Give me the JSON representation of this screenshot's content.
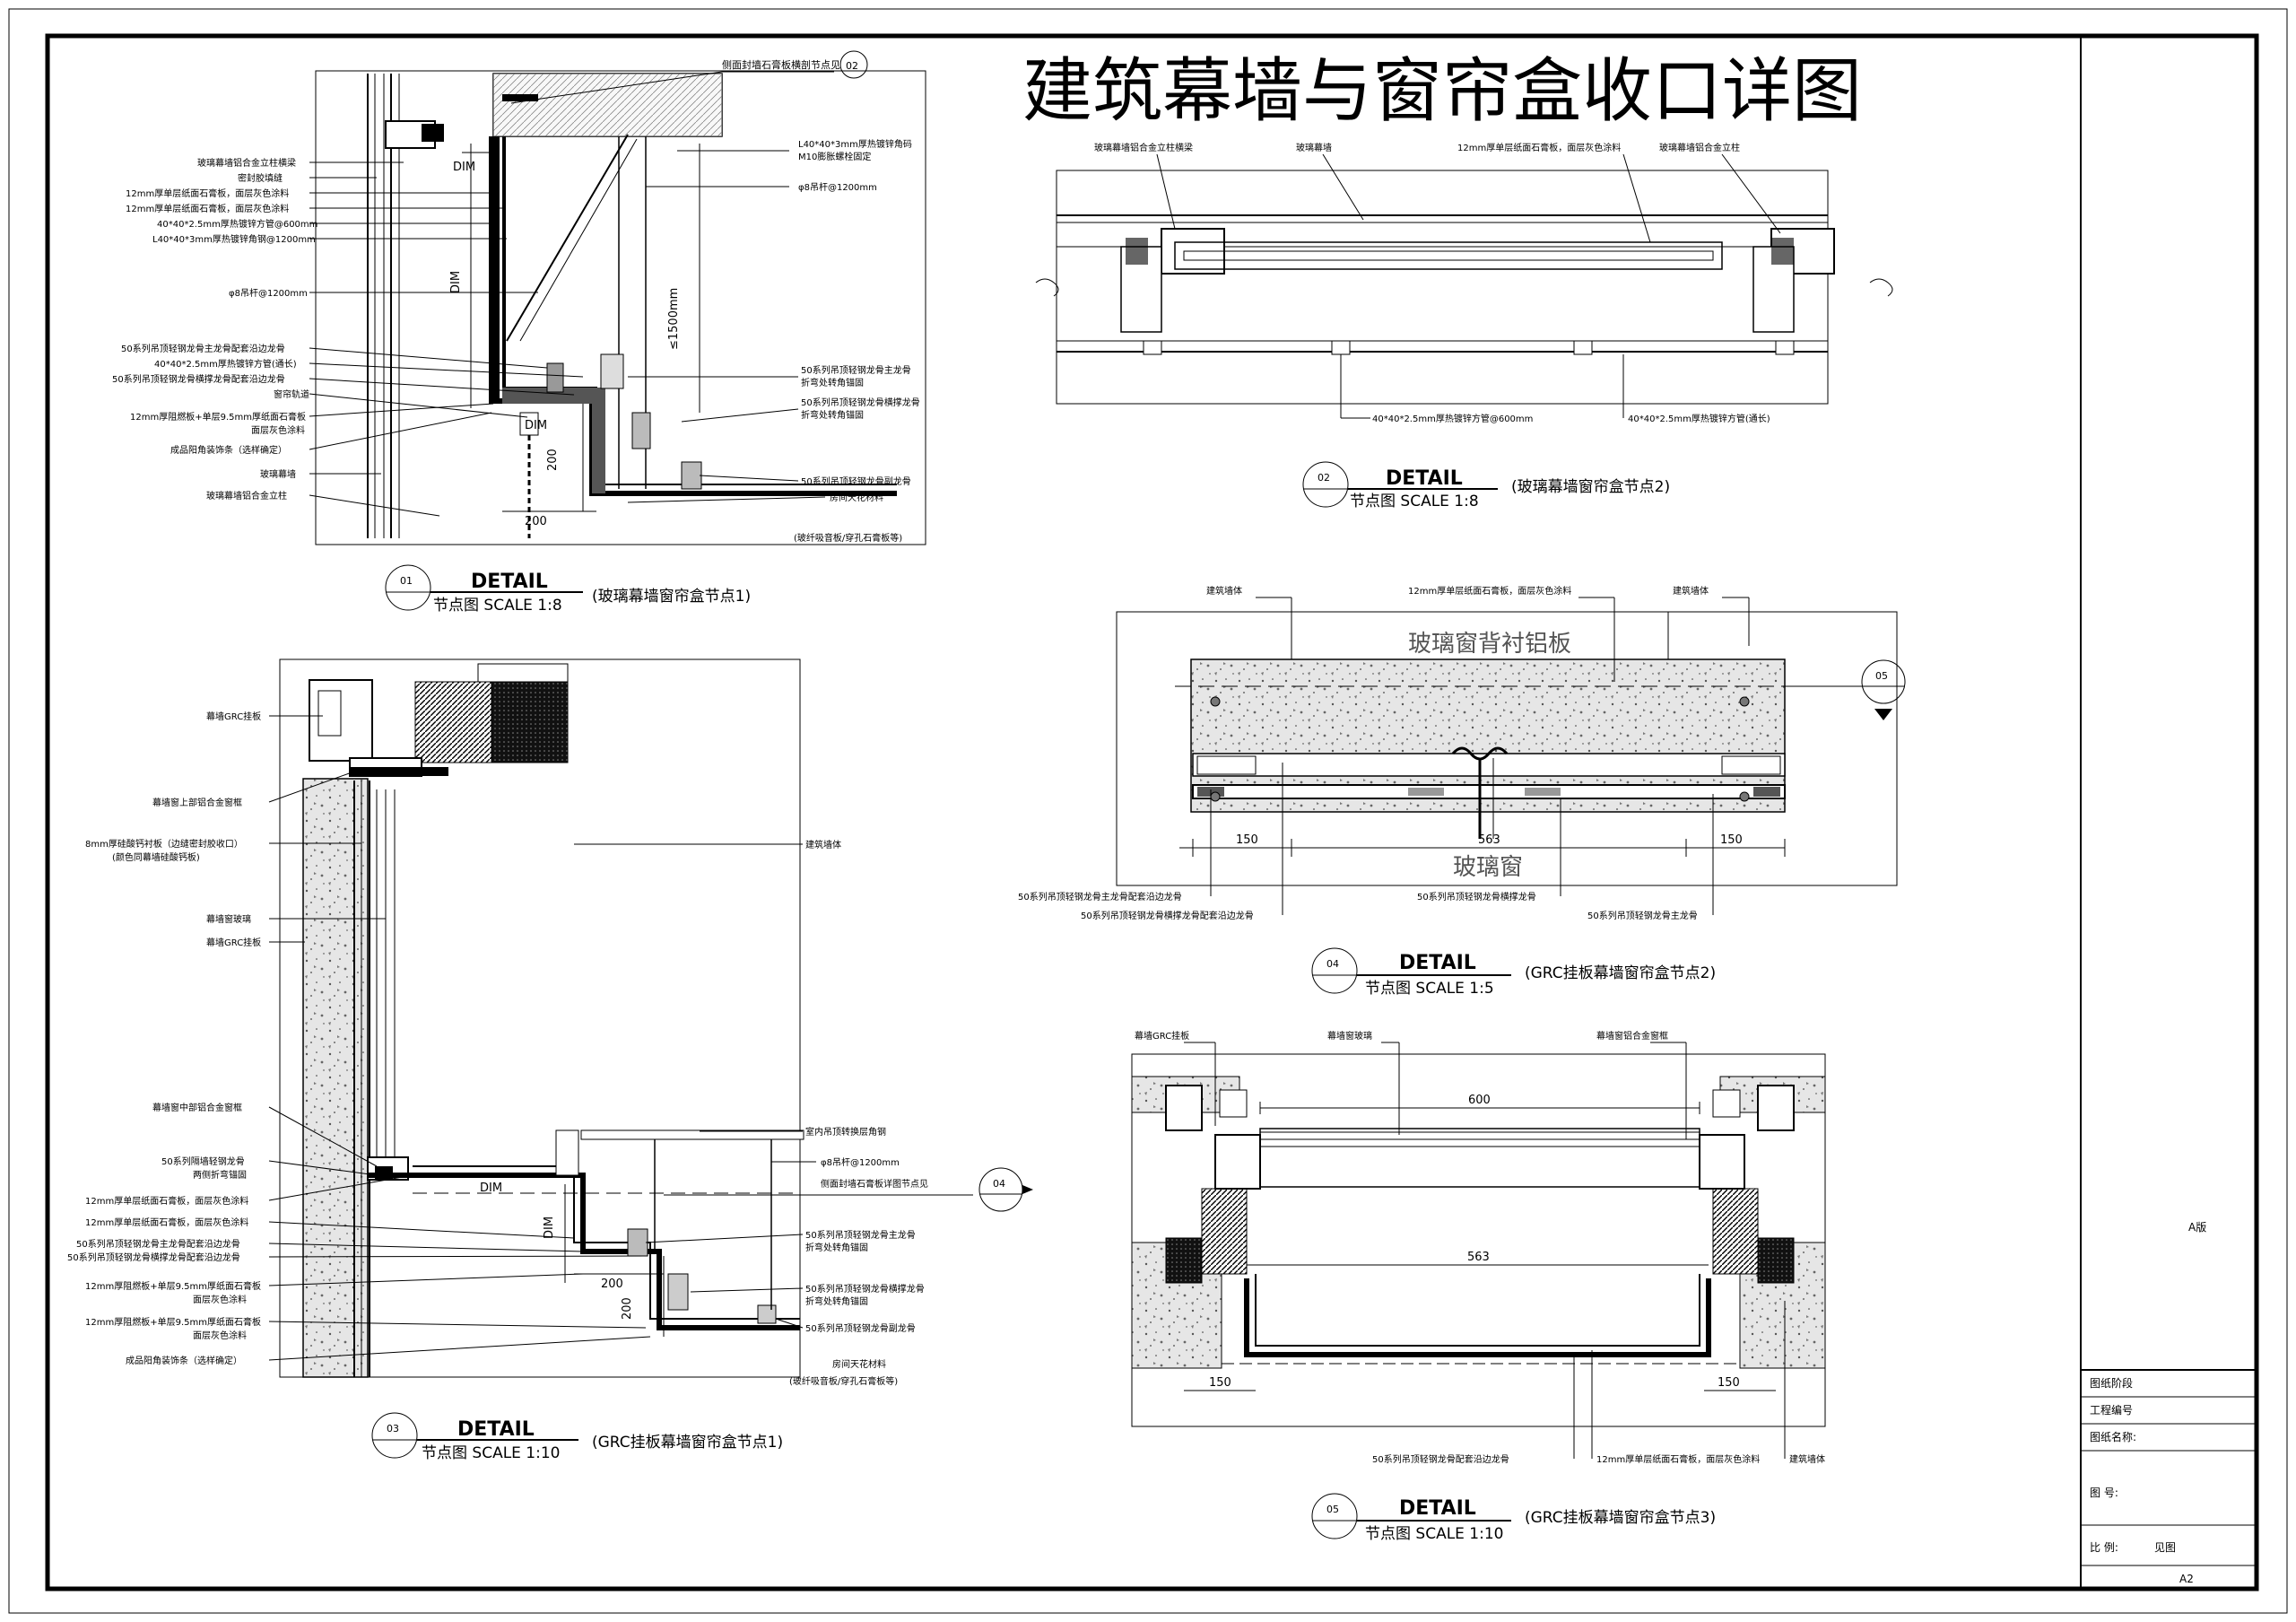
{
  "title": "建筑幕墙与窗帘盒收口详图",
  "details": [
    {
      "num": "01",
      "heading": "DETAIL",
      "scale_text": "节点图  SCALE 1:8",
      "caption": "(玻璃幕墙窗帘盒节点1)"
    },
    {
      "num": "02",
      "heading": "DETAIL",
      "scale_text": "节点图  SCALE 1:8",
      "caption": "(玻璃幕墙窗帘盒节点2)"
    },
    {
      "num": "03",
      "heading": "DETAIL",
      "scale_text": "节点图  SCALE 1:10",
      "caption": "(GRC挂板幕墙窗帘盒节点1)"
    },
    {
      "num": "04",
      "heading": "DETAIL",
      "scale_text": "节点图  SCALE 1:5",
      "caption": "(GRC挂板幕墙窗帘盒节点2)"
    },
    {
      "num": "05",
      "heading": "DETAIL",
      "scale_text": "节点图  SCALE 1:10",
      "caption": "(GRC挂板幕墙窗帘盒节点3)"
    }
  ],
  "d01": {
    "top_ref": "侧面封墙石膏板横剖节点见",
    "top_ref_num": "02",
    "left_labels": [
      "玻璃幕墙铝合金立柱横梁",
      "密封胶填缝",
      "12mm厚单层纸面石膏板，面层灰色涂料",
      "12mm厚单层纸面石膏板，面层灰色涂料",
      "40*40*2.5mm厚热镀锌方管@600mm",
      "L40*40*3mm厚热镀锌角钢@1200mm",
      "φ8吊杆@1200mm",
      "50系列吊顶轻钢龙骨主龙骨配套沿边龙骨",
      "40*40*2.5mm厚热镀锌方管(通长)",
      "50系列吊顶轻钢龙骨横撑龙骨配套沿边龙骨",
      "窗帘轨道",
      "12mm厚阻燃板+单层9.5mm厚纸面石膏板",
      "面层灰色涂料",
      "成品阳角装饰条（选样确定）",
      "玻璃幕墙",
      "玻璃幕墙铝合金立柱"
    ],
    "right_labels": [
      "L40*40*3mm厚热镀锌角码",
      "M10膨胀螺栓固定",
      "φ8吊杆@1200mm",
      "50系列吊顶轻钢龙骨主龙骨",
      "折弯处转角锚固",
      "50系列吊顶轻钢龙骨横撑龙骨",
      "折弯处转角锚固",
      "50系列吊顶轻钢龙骨副龙骨",
      "房间天花材料",
      "(玻纤吸音板/穿孔石膏板等)"
    ],
    "dim_a": "DIM",
    "dim_b": "DIM",
    "dim_c": "≤1500mm",
    "dim_d": "200",
    "dim_e": "200",
    "dim_f": "DIM"
  },
  "d02": {
    "labels": [
      "玻璃幕墙铝合金立柱横梁",
      "玻璃幕墙",
      "12mm厚单层纸面石膏板，面层灰色涂料",
      "玻璃幕墙铝合金立柱"
    ],
    "bottom_labels": [
      "40*40*2.5mm厚热镀锌方管@600mm",
      "40*40*2.5mm厚热镀锌方管(通长)"
    ]
  },
  "d03": {
    "left_labels": [
      "幕墙GRC挂板",
      "幕墙窗上部铝合金窗框",
      "8mm厚硅酸钙衬板（边缝密封胶收口）",
      "(颜色同幕墙硅酸钙板)",
      "幕墙窗玻璃",
      "幕墙GRC挂板",
      "幕墙窗中部铝合金窗框",
      "50系列隔墙轻钢龙骨",
      "两侧折弯锚固",
      "12mm厚单层纸面石膏板，面层灰色涂料",
      "12mm厚单层纸面石膏板，面层灰色涂料",
      "50系列吊顶轻钢龙骨主龙骨配套沿边龙骨",
      "50系列吊顶轻钢龙骨横撑龙骨配套沿边龙骨",
      "12mm厚阻燃板+单层9.5mm厚纸面石膏板",
      "面层灰色涂料",
      "12mm厚阻燃板+单层9.5mm厚纸面石膏板",
      "面层灰色涂料",
      "成品阳角装饰条（选样确定）"
    ],
    "right_labels": [
      "建筑墙体",
      "室内吊顶转换层角钢",
      "φ8吊杆@1200mm",
      "侧面封墙石膏板详图节点见",
      "50系列吊顶轻钢龙骨主龙骨",
      "折弯处转角锚固",
      "50系列吊顶轻钢龙骨横撑龙骨",
      "折弯处转角锚固",
      "50系列吊顶轻钢龙骨副龙骨",
      "房间天花材料",
      "(玻纤吸音板/穿孔石膏板等)"
    ],
    "ref_num": "04",
    "dim_a": "DIM",
    "dim_b": "DIM",
    "dim_c": "200",
    "dim_d": "200"
  },
  "d04": {
    "top_labels": [
      "建筑墙体",
      "12mm厚单层纸面石膏板，面层灰色涂料",
      "建筑墙体"
    ],
    "center_text": "玻璃窗背衬铝板",
    "window_text": "玻璃窗",
    "ref_num": "05",
    "dims": [
      "150",
      "563",
      "150"
    ],
    "bottom_labels": [
      "50系列吊顶轻钢龙骨主龙骨配套沿边龙骨",
      "50系列吊顶轻钢龙骨横撑龙骨配套沿边龙骨",
      "50系列吊顶轻钢龙骨横撑龙骨",
      "50系列吊顶轻钢龙骨主龙骨"
    ]
  },
  "d05": {
    "top_labels": [
      "幕墙GRC挂板",
      "幕墙窗玻璃",
      "幕墙窗铝合金窗框"
    ],
    "dims": [
      "600",
      "563",
      "150",
      "150"
    ],
    "bottom_labels": [
      "50系列吊顶轻钢龙骨配套沿边龙骨",
      "12mm厚单层纸面石膏板，面层灰色涂料",
      "建筑墙体"
    ]
  },
  "title_block": {
    "paper": "A版",
    "stage_label": "图纸阶段",
    "project_label": "工程编号",
    "name_label": "图纸名称:",
    "number_label": "图  号:",
    "scale_label": "比  例:",
    "scale_value": "见图",
    "sheet": "A2"
  }
}
